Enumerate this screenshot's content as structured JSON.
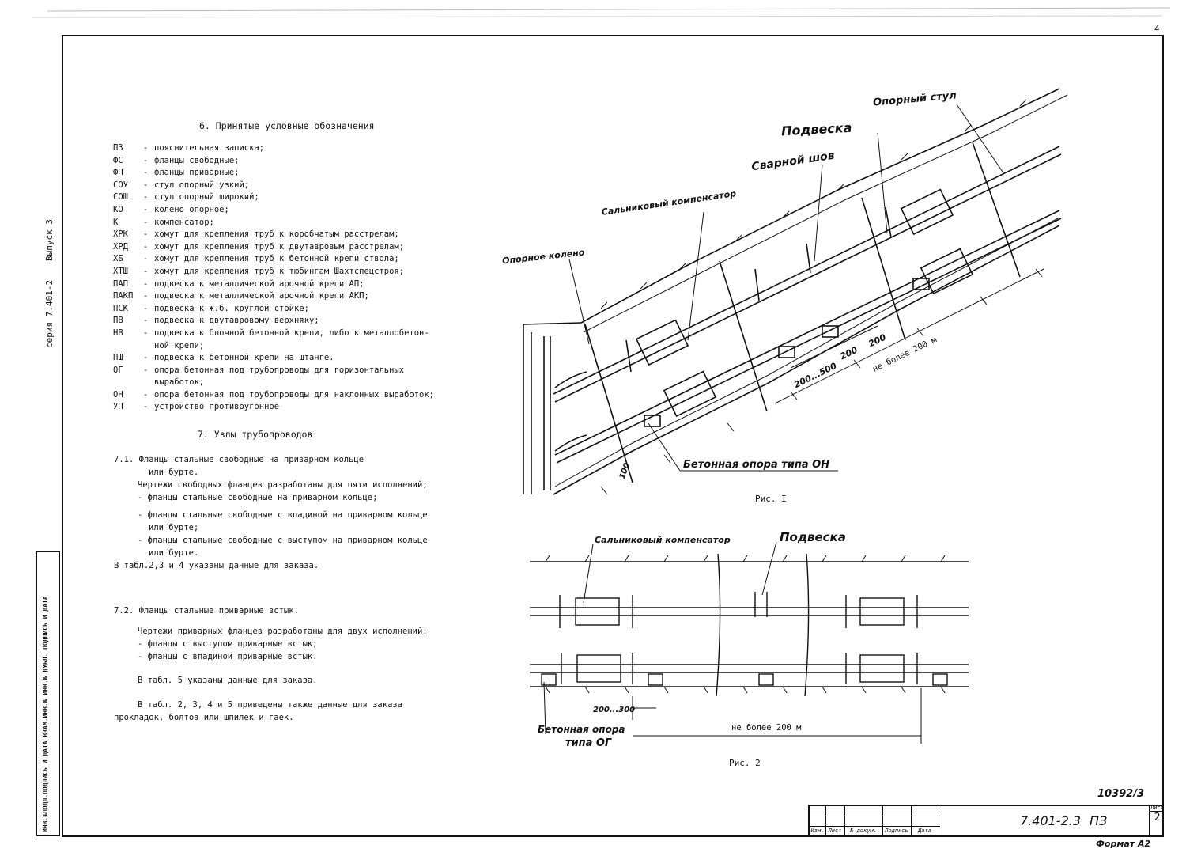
{
  "side": {
    "series": "серия 7.401-2",
    "issue": "Выпуск 3",
    "inv_stamp": "ИНВ.№ПОДЛ.ПОДПИСЬ И ДАТА ВЗАМ.ИНВ.№ ИНВ.№ ДУБЛ. ПОДПИСЬ И ДАТА"
  },
  "corner_mark": "4",
  "section6": {
    "title": "6. Принятые условные обозначения",
    "items": [
      {
        "abbr": "ПЗ",
        "def": "пояснительная записка;"
      },
      {
        "abbr": "ФС",
        "def": "фланцы свободные;"
      },
      {
        "abbr": "ФП",
        "def": "фланцы приварные;"
      },
      {
        "abbr": "СОУ",
        "def": "стул опорный узкий;"
      },
      {
        "abbr": "СОШ",
        "def": "стул опорный широкий;"
      },
      {
        "abbr": "КО",
        "def": "колено опорное;"
      },
      {
        "abbr": "К",
        "def": "компенсатор;"
      },
      {
        "abbr": "ХРК",
        "def": "хомут для крепления труб к коробчатым расстрелам;"
      },
      {
        "abbr": "ХРД",
        "def": "хомут для крепления труб к двутавровым расстрелам;"
      },
      {
        "abbr": "ХБ",
        "def": "хомут для крепления труб к бетонной крепи ствола;"
      },
      {
        "abbr": "ХТШ",
        "def": "хомут для крепления труб к тюбингам Шахтспецстроя;"
      },
      {
        "abbr": "ПАП",
        "def": "подвеска к металлической арочной крепи АП;"
      },
      {
        "abbr": "ПАКП",
        "def": "подвеска к металлической арочной крепи АКП;"
      },
      {
        "abbr": "ПСК",
        "def": "подвеска к ж.б. круглой стойке;"
      },
      {
        "abbr": "ПВ",
        "def": "подвеска к двутавровому верхняку;"
      },
      {
        "abbr": "НВ",
        "def": "подвеска к блочной бетонной крепи, либо к металлобетон-"
      },
      {
        "abbr": "",
        "def": "ной крепи;"
      },
      {
        "abbr": "ПШ",
        "def": "подвеска к бетонной крепи на штанге."
      },
      {
        "abbr": "ОГ",
        "def": "опора бетонная под трубопроводы для горизонтальных"
      },
      {
        "abbr": "",
        "def": "выработок;"
      },
      {
        "abbr": "ОН",
        "def": "опора бетонная под трубопроводы для наклонных выработок;"
      },
      {
        "abbr": "УП",
        "def": "устройство противоугонное"
      }
    ]
  },
  "section7": {
    "title": "7. Узлы трубопроводов",
    "p71_a": "7.1. Фланцы стальные свободные на приварном кольце",
    "p71_b": "или бурте.",
    "p71_c": "Чертежи свободных фланцев разработаны для пяти исполнений;",
    "p71_d": "- фланцы стальные свободные на приварном кольце;",
    "p71_e": "- фланцы стальные свободные с впадиной на приварном кольце",
    "p71_f": "или бурте;",
    "p71_g": "- фланцы стальные свободные с выступом на приварном кольце",
    "p71_h": "или бурте.",
    "p71_i": "В табл.2,3 и 4 указаны данные для заказа.",
    "p72_a": "7.2. Фланцы стальные приварные встык.",
    "p72_b": "Чертежи приварных фланцев разработаны для двух исполнений:",
    "p72_c": "- фланцы с выступом приварные встык;",
    "p72_d": "- фланцы с впадиной приварные встык.",
    "p72_e": "В табл. 5 указаны данные для заказа.",
    "p72_f": "В табл. 2, 3, 4 и 5 приведены также данные для заказа",
    "p72_g": "прокладок, болтов или шпилек и гаек."
  },
  "fig1": {
    "caption": "Рис. I",
    "labels": {
      "support_chair": "Опорный стул",
      "hanger": "Подвеска",
      "weld": "Сварной шов",
      "compensator": "Сальниковый компенсатор",
      "elbow": "Опорное колено",
      "concrete_support": "Бетонная опора типа ОН",
      "dim_a": "200...500",
      "dim_b": "200",
      "dim_c": "200",
      "dim_len": "не более 200 м",
      "dim_100": "100"
    }
  },
  "fig2": {
    "caption": "Рис. 2",
    "labels": {
      "compensator": "Сальниковый компенсатор",
      "hanger": "Подвеска",
      "concrete_support_1": "Бетонная опора",
      "concrete_support_2": "типа ОГ",
      "dim_a": "200...300",
      "dim_len": "не более 200 м"
    }
  },
  "stamp": {
    "archive_no": "10392/3",
    "doc_code": "7.401-2.3",
    "doc_type": "ПЗ",
    "sheet_label": "Лист",
    "sheet_no": "2",
    "format_label": "Формат А2",
    "cols": [
      "Изм.",
      "Лист",
      "№ докум.",
      "Подпись",
      "Дата"
    ]
  }
}
